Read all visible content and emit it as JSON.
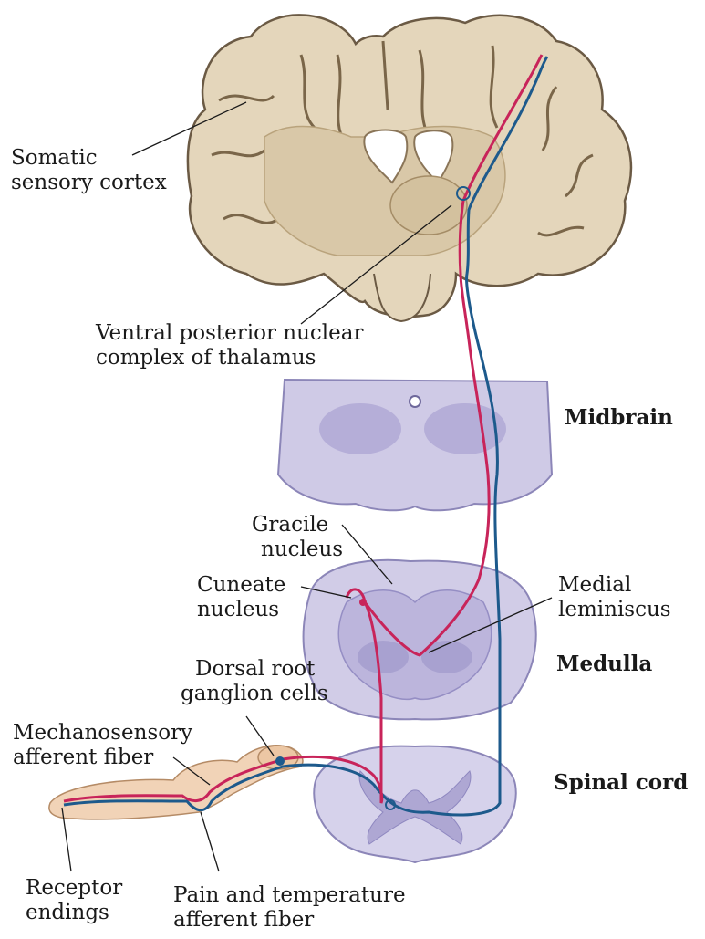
{
  "labels": {
    "somatic_cortex": [
      "Somatic",
      "sensory cortex"
    ],
    "thalamus": [
      "Ventral posterior nuclear",
      "complex of thalamus"
    ],
    "midbrain": "Midbrain",
    "gracile": [
      "Gracile",
      "nucleus"
    ],
    "cuneate": [
      "Cuneate",
      "nucleus"
    ],
    "medial_lemniscus": [
      "Medial",
      "leminiscus"
    ],
    "medulla": "Medulla",
    "drg": [
      "Dorsal root",
      "ganglion cells"
    ],
    "mechano": [
      "Mechanosensory",
      "afferent fiber"
    ],
    "spinal_cord": "Spinal cord",
    "receptor": [
      "Receptor",
      "endings"
    ],
    "pain": [
      "Pain and temperature",
      "afferent fiber"
    ]
  },
  "colors": {
    "mechanosensory_pathway": "#c8245a",
    "pain_temperature_pathway": "#1d5a8c",
    "brain_tissue": "#d8c7a8",
    "brain_outline": "#6b5a44",
    "stain_section": "#c9c4e3",
    "stain_section_dark": "#9d96c9",
    "skin": "#f1d3b7"
  }
}
